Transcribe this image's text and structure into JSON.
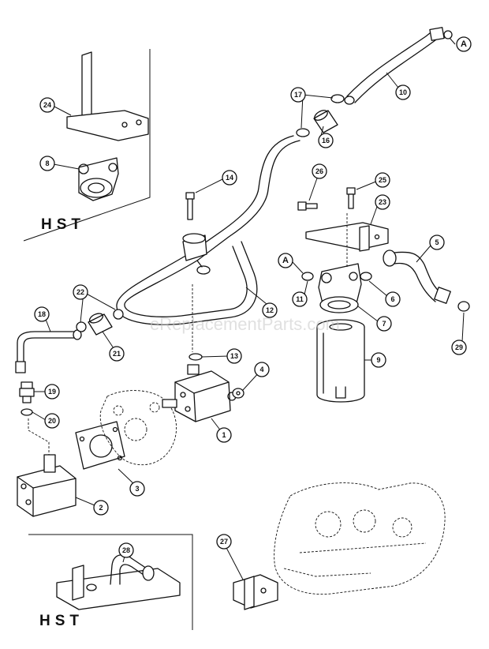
{
  "watermark": "eReplacementParts.com",
  "hst_labels": [
    "HST",
    "HST"
  ],
  "connection_label": "A",
  "callouts": [
    "1",
    "2",
    "3",
    "4",
    "5",
    "6",
    "7",
    "8",
    "9",
    "10",
    "11",
    "12",
    "13",
    "14",
    "16",
    "17",
    "18",
    "19",
    "20",
    "21",
    "22",
    "23",
    "24",
    "25",
    "26",
    "27",
    "28",
    "29"
  ]
}
